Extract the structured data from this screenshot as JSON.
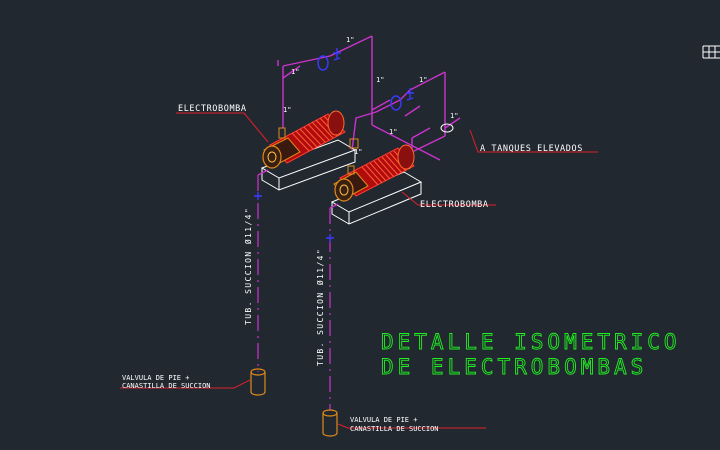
{
  "title": {
    "line1": "DETALLE ISOMETRICO",
    "line2": "DE ELECTROBOMBAS"
  },
  "labels": {
    "pump_left": "ELECTROBOMBA",
    "pump_right": "ELECTROBOMBA",
    "tanks": "A TANQUES ELEVADOS",
    "foot_valve_1_line1": "VALVULA DE PIE +",
    "foot_valve_1_line2": "CANASTILLA  DE SUCCION",
    "foot_valve_2_line1": "VALVULA DE PIE +",
    "foot_valve_2_line2": "CANASTILLA  DE SUCCION",
    "suction_left": "TUB. SUCCION Ø11/4\"",
    "suction_right": "TUB. SUCCION Ø11/4\""
  },
  "pipe_sizes": {
    "a": "1\"",
    "b": "1\"",
    "c": "1\"",
    "d": "1\"",
    "e": "1\"",
    "f": "1\"",
    "g": "1\"",
    "h": "1\""
  },
  "colors": {
    "background": "#212830",
    "pipe": "#cc33cc",
    "leader": "#e0202a",
    "motor": "#e01818",
    "title": "#22ee22",
    "valve": "#3a3aff",
    "fitting": "#e08a1a"
  },
  "icons": {
    "corner": "ucs-icon"
  }
}
